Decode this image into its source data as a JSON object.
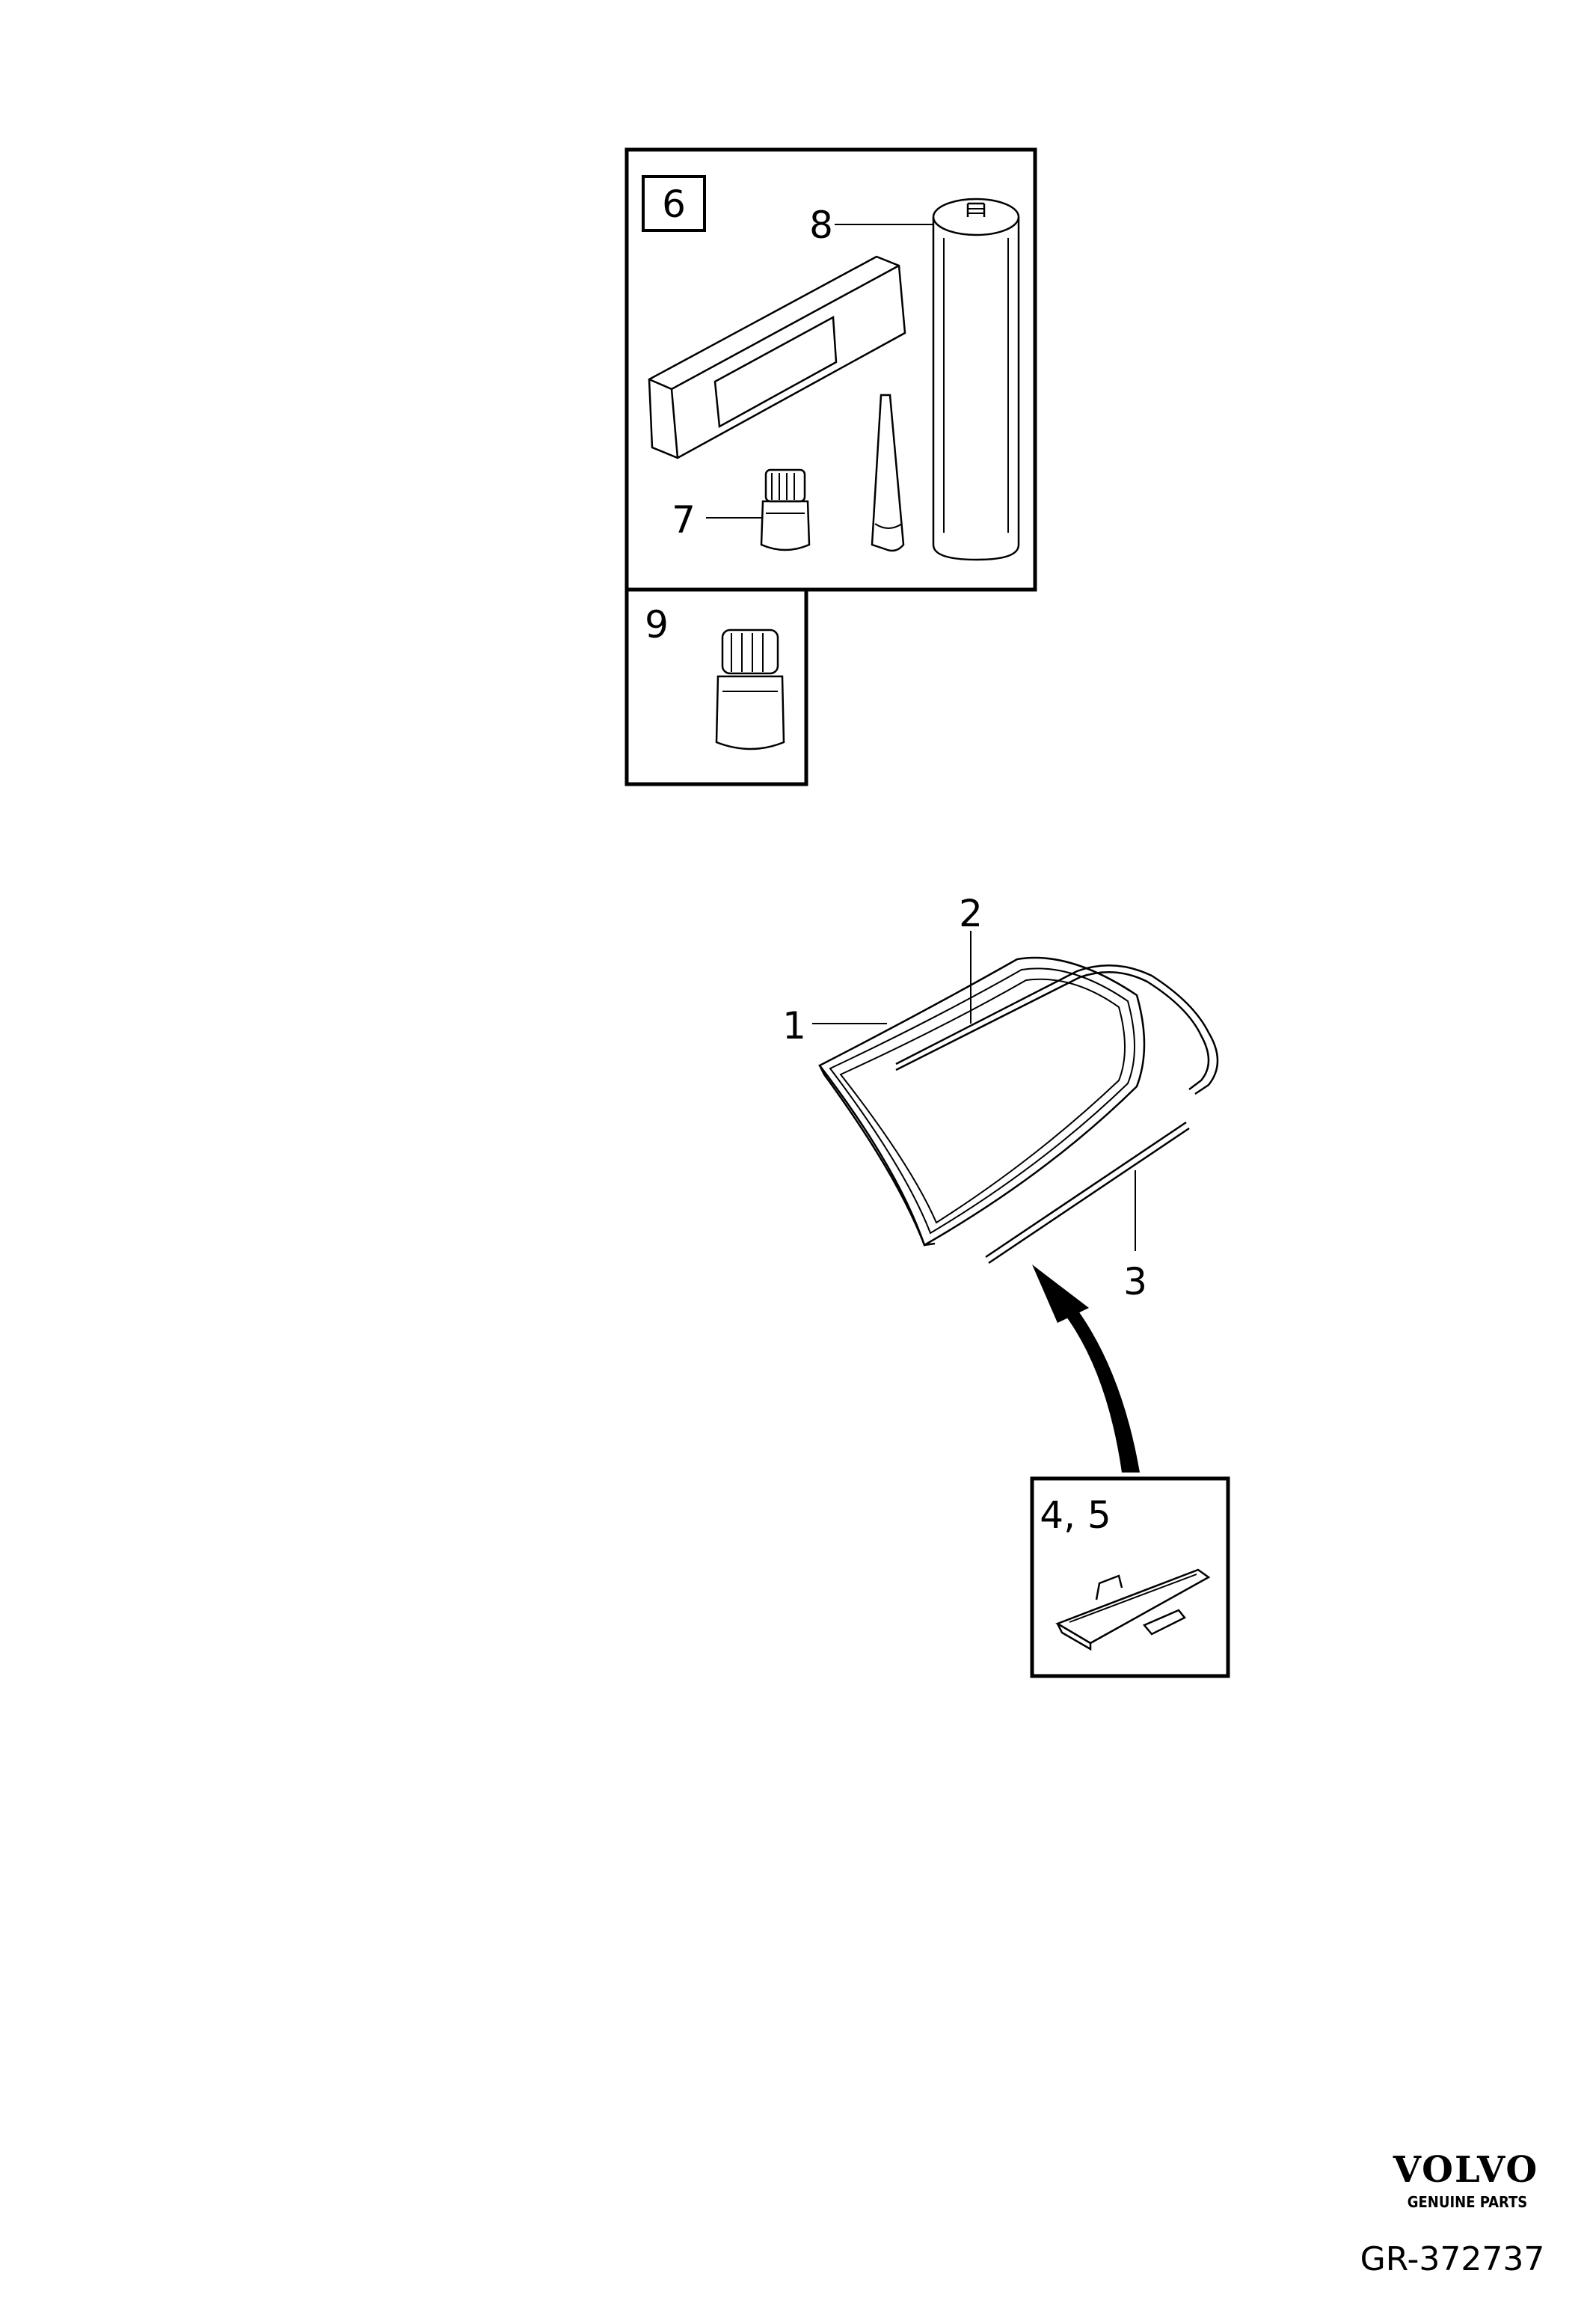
{
  "callouts": {
    "c1": "1",
    "c2": "2",
    "c3": "3",
    "c45": "4, 5",
    "c6": "6",
    "c7": "7",
    "c8": "8",
    "c9": "9"
  },
  "brand": {
    "logo_text": "VOLVO",
    "tagline": "GENUINE PARTS"
  },
  "reference": "GR-372737",
  "colors": {
    "ink": "#000000",
    "background": "#ffffff"
  }
}
